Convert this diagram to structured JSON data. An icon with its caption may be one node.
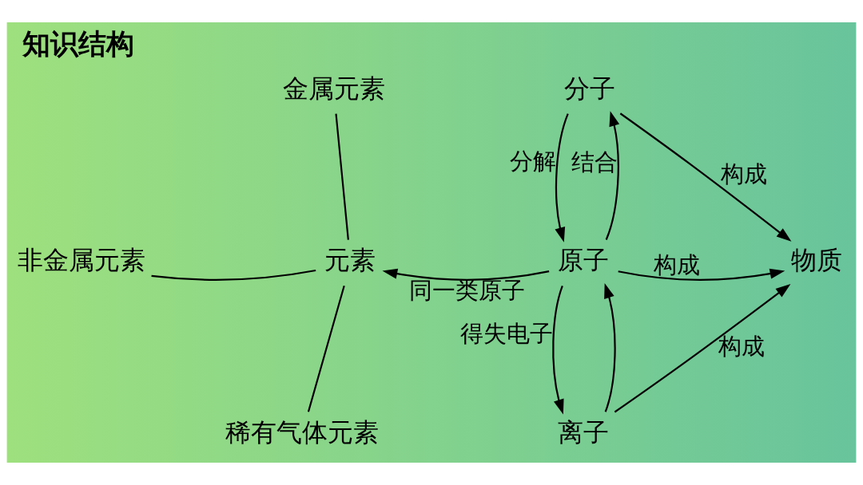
{
  "diagram": {
    "title": "知识结构",
    "nodes": [
      {
        "text": [
          "分子"
        ]
      },
      {
        "text": [
          "金属元素"
        ]
      },
      {
        "text": [
          "非金属元素"
        ]
      },
      {
        "text": [
          "稀有气体元素"
        ]
      },
      {
        "text": [
          "元素"
        ]
      },
      {
        "text": [
          "原子"
        ]
      },
      {
        "text": [
          "物质"
        ]
      },
      {
        "text": [
          "离子"
        ]
      }
    ],
    "edges": [
      {
        "from": 0,
        "to": 6,
        "arrow": "to",
        "label": "构成"
      },
      {
        "from": 5,
        "to": 0,
        "arrow": "to",
        "label": "结合"
      },
      {
        "from": 0,
        "to": 5,
        "arrow": "to",
        "label": "分解"
      },
      {
        "from": 5,
        "to": 4,
        "arrow": "to",
        "label": "同一类原子"
      },
      {
        "from": 5,
        "to": 6,
        "arrow": "to",
        "label": "构成"
      },
      {
        "from": 7,
        "to": 5,
        "arrow": "to"
      },
      {
        "from": 5,
        "to": 7,
        "arrow": "to",
        "label": "得失电子"
      },
      {
        "from": 7,
        "to": 6,
        "arrow": "to",
        "label": "构成"
      },
      {
        "from": 1,
        "to": 4,
        "arrow": "none"
      },
      {
        "from": 2,
        "to": 4,
        "arrow": "none"
      },
      {
        "from": 3,
        "to": 4,
        "arrow": "none"
      }
    ]
  }
}
